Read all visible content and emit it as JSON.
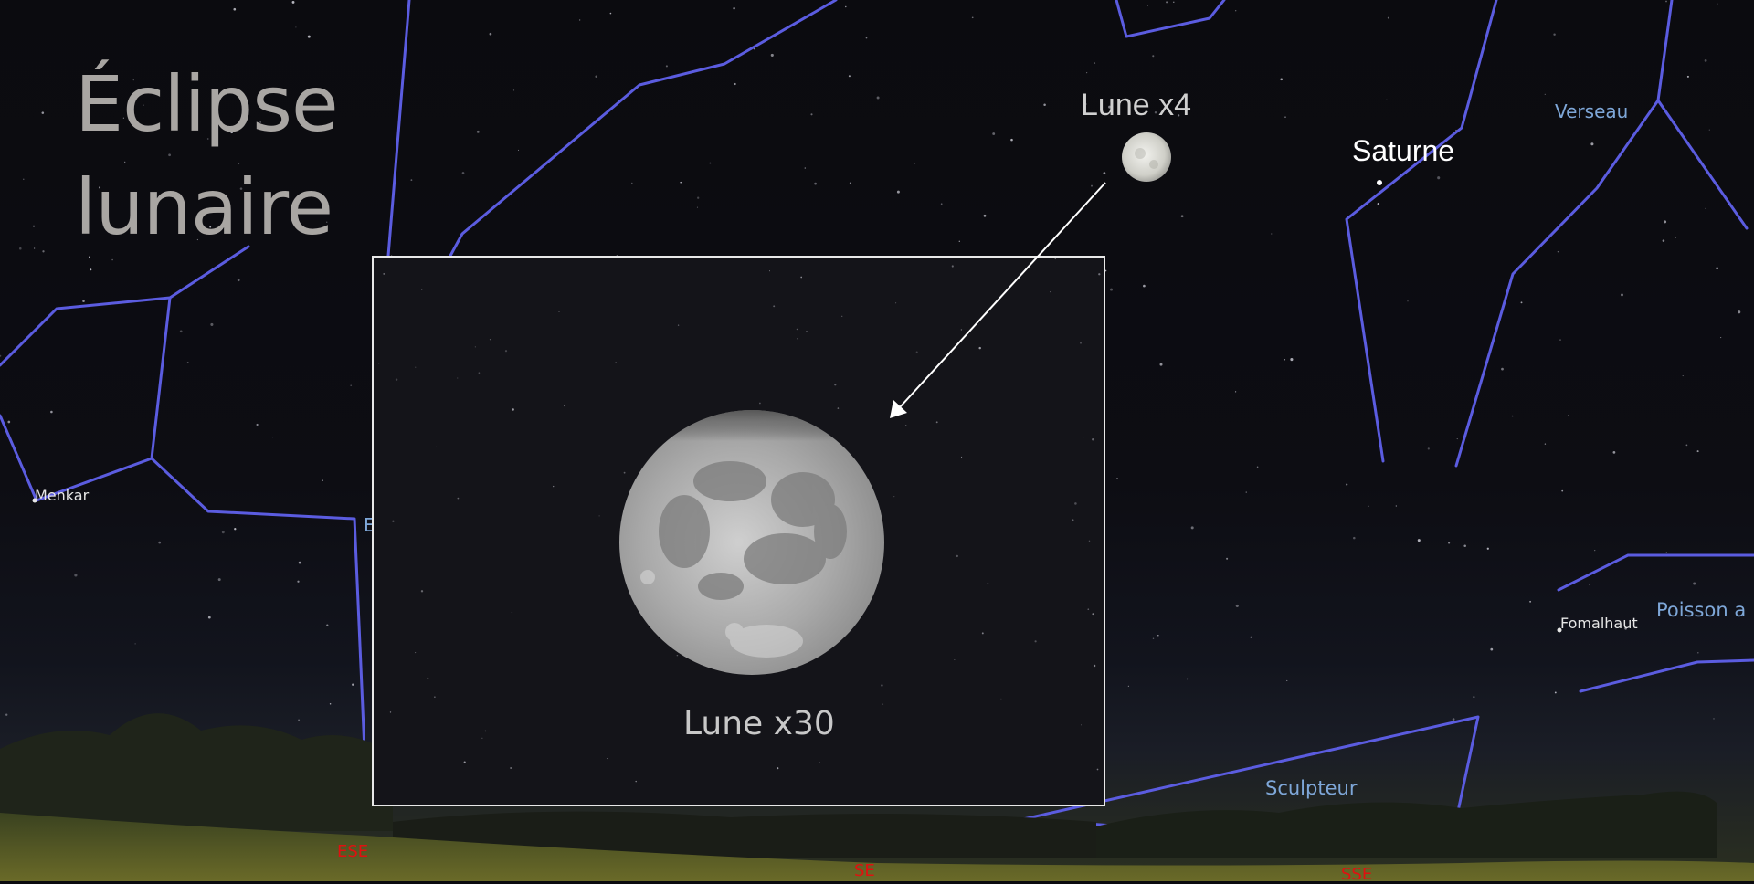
{
  "title": {
    "line1": "Éclipse",
    "line2": "lunaire"
  },
  "planets": {
    "saturne": "Saturne"
  },
  "moon": {
    "small_label": "Lune x4",
    "large_label": "Lune x30"
  },
  "constellations": {
    "verseau": "Verseau",
    "poisson": "Poisson a",
    "sculpteur": "Sculpteur",
    "partial_e": "E"
  },
  "stars": {
    "menkar": "Menkar",
    "fomalhaut": "Fomalhaut"
  },
  "cardinal": {
    "ese": "ESE",
    "se": "SE",
    "sse": "SSE"
  },
  "colors": {
    "constellation_line": "#5b5ce0",
    "constellation_label": "#7ea7d8",
    "cardinal": "#e01010",
    "title": "#a9a6a3",
    "inset_border": "#e8e8e8"
  }
}
